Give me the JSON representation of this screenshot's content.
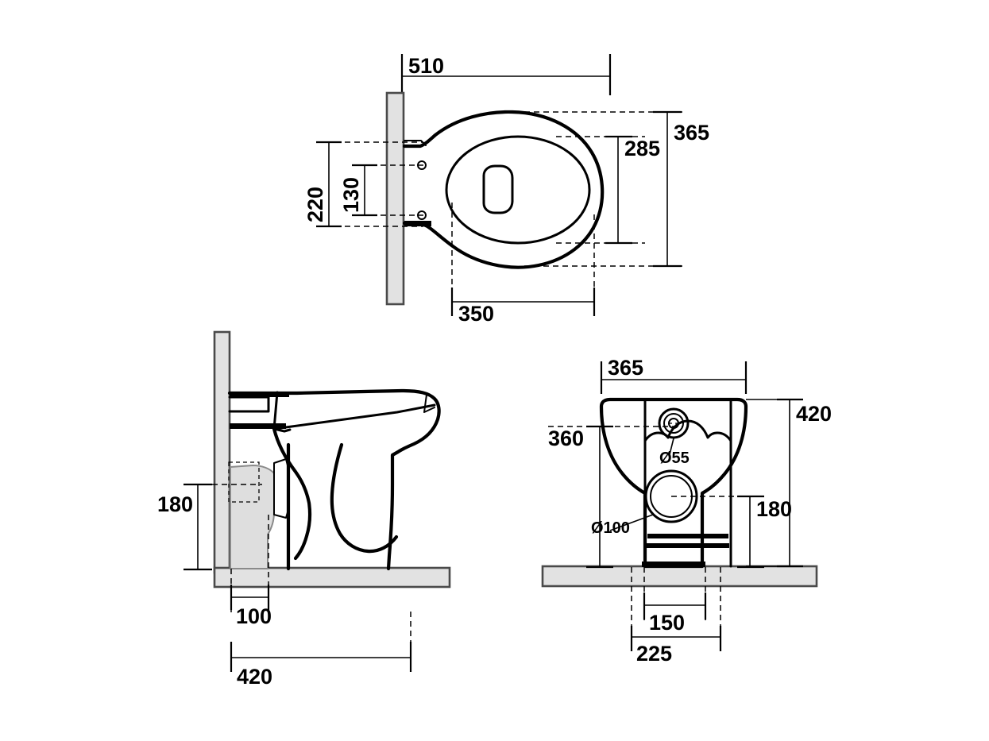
{
  "document": {
    "type": "technical-drawing",
    "subject": "Back-to-wall toilet pan (WC) dimensional drawing",
    "units": "mm",
    "views": [
      "plan-view",
      "side-section-view",
      "rear-view"
    ],
    "colors": {
      "line": "#000000",
      "wall_fill": "#e2e2e2",
      "wall_stroke": "#4a4a4a",
      "floor_fill": "#e2e2e2",
      "background": "#ffffff"
    }
  },
  "plan_view": {
    "name": "Plan view (top)",
    "dimensions": {
      "overall_depth": "510",
      "overall_width": "365",
      "seat_width": "285",
      "bowl_width": "350",
      "fixing_outer_spacing": "220",
      "fixing_inner_spacing": "130"
    }
  },
  "side_view": {
    "name": "Side section view",
    "dimensions": {
      "outlet_height": "180",
      "outlet_offset_from_wall": "100",
      "projection_from_wall": "420"
    }
  },
  "rear_view": {
    "name": "Rear view",
    "dimensions": {
      "body_width": "365",
      "overall_height": "420",
      "bowl_height": "360",
      "outlet_centre_height": "180",
      "fixing_spacing": "150",
      "outer_spacing": "225",
      "water_inlet_dia": "Ø55",
      "waste_outlet_dia": "Ø100"
    }
  },
  "annotations": {
    "d510": "510",
    "d365_plan": "365",
    "d285": "285",
    "d350": "350",
    "d220": "220",
    "d130": "130",
    "d180_side": "180",
    "d100": "100",
    "d420_side": "420",
    "d365_rear": "365",
    "d420_rear": "420",
    "d360": "360",
    "d180_rear": "180",
    "d150": "150",
    "d225": "225",
    "dia55": "Ø55",
    "dia100": "Ø100"
  }
}
